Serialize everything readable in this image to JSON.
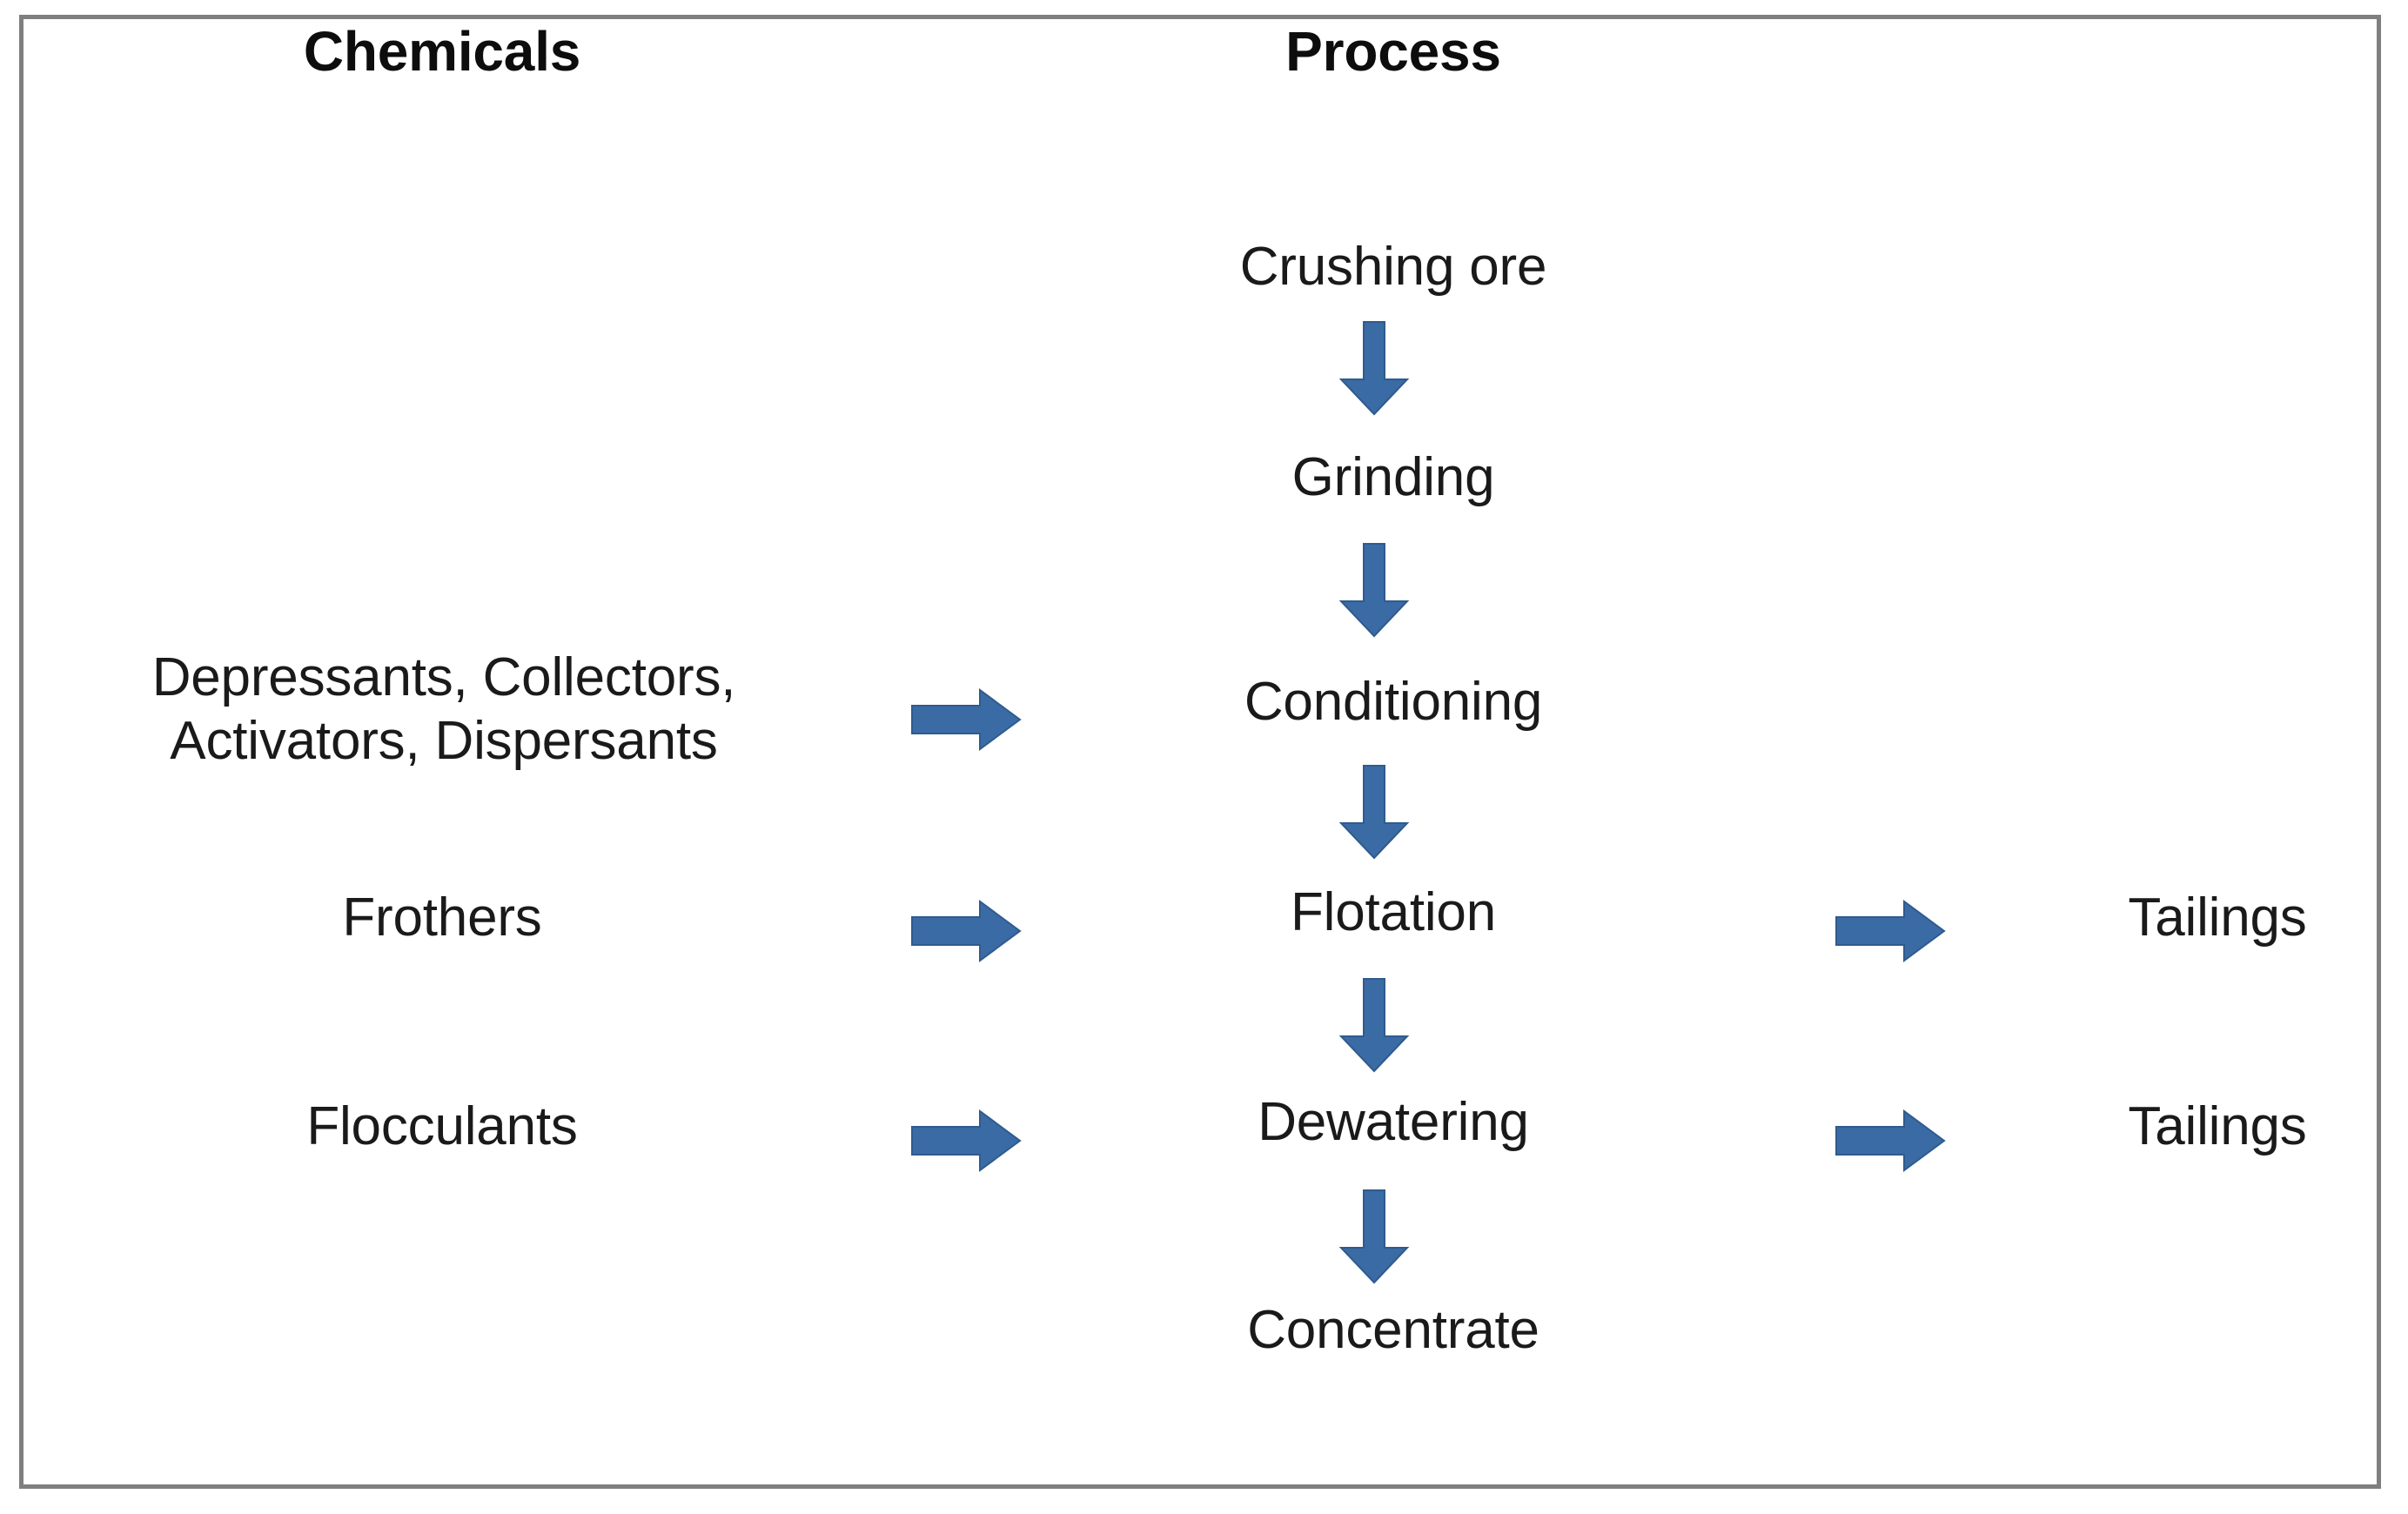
{
  "diagram": {
    "title_columns": {
      "chemicals": "Chemicals",
      "process": "Process"
    },
    "colors": {
      "arrow_blue": "#3A6BA5",
      "arrow_blue_dark": "#2F5B8E",
      "frame_gray": "#7F7F7F",
      "text": "#1A1A1A",
      "background": "#FFFFFF"
    },
    "process_steps": [
      {
        "id": "crushing-ore",
        "label": "Crushing ore"
      },
      {
        "id": "grinding",
        "label": "Grinding"
      },
      {
        "id": "conditioning",
        "label": "Conditioning"
      },
      {
        "id": "flotation",
        "label": "Flotation"
      },
      {
        "id": "dewatering",
        "label": "Dewatering"
      },
      {
        "id": "concentrate",
        "label": "Concentrate"
      }
    ],
    "chemical_inputs": [
      {
        "id": "depressants-group",
        "label": "Depressants, Collectors, Activators, Dispersants",
        "line1": "Depressants, Collectors,",
        "line2": "Activators, Dispersants",
        "feeds": "conditioning"
      },
      {
        "id": "frothers",
        "label": "Frothers",
        "feeds": "flotation"
      },
      {
        "id": "flocculants",
        "label": "Flocculants",
        "feeds": "dewatering"
      }
    ],
    "outputs": [
      {
        "id": "tailings-flotation",
        "label": "Tailings",
        "from": "flotation"
      },
      {
        "id": "tailings-dewatering",
        "label": "Tailings",
        "from": "dewatering"
      }
    ],
    "arrows": {
      "down": [
        {
          "id": "crushing-to-grinding",
          "from": "Crushing ore",
          "to": "Grinding"
        },
        {
          "id": "grinding-to-conditioning",
          "from": "Grinding",
          "to": "Conditioning"
        },
        {
          "id": "conditioning-to-flotation",
          "from": "Conditioning",
          "to": "Flotation"
        },
        {
          "id": "flotation-to-dewatering",
          "from": "Flotation",
          "to": "Dewatering"
        },
        {
          "id": "dewatering-to-concentrate",
          "from": "Dewatering",
          "to": "Concentrate"
        }
      ],
      "right_in": [
        {
          "id": "arrow-depressants-to-conditioning"
        },
        {
          "id": "arrow-frothers-to-flotation"
        },
        {
          "id": "arrow-flocculants-to-dewatering"
        }
      ],
      "right_out": [
        {
          "id": "arrow-flotation-to-tailings"
        },
        {
          "id": "arrow-dewatering-to-tailings"
        }
      ]
    }
  }
}
